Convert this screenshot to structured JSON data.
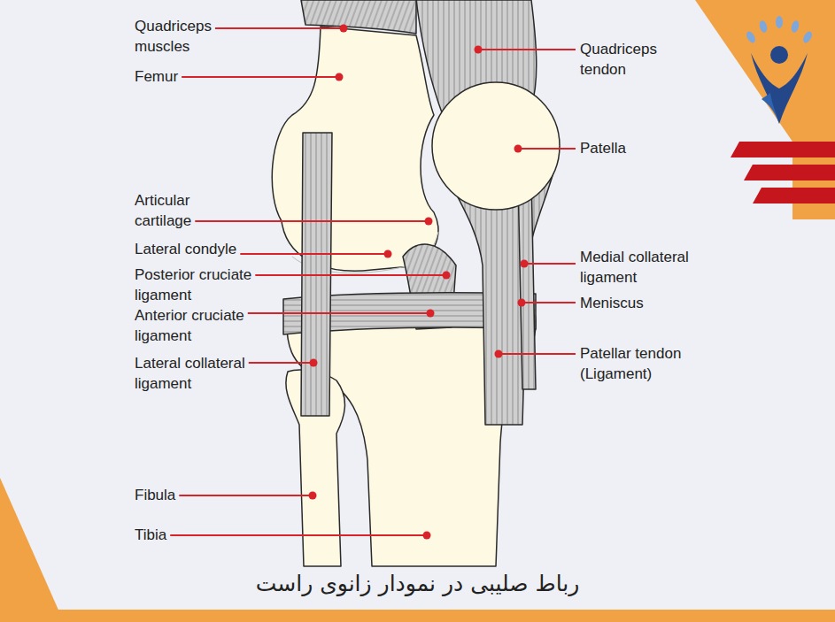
{
  "diagram": {
    "caption": "رباط صلیبی در نمودار زانوی راست",
    "labels": [
      "Quadriceps muscles",
      "Femur",
      "Articular cartilage",
      "Lateral condyle",
      "Posterior cruciate ligament",
      "Anterior cruciate ligament",
      "Lateral collateral ligament",
      "Fibula",
      "Tibia",
      "Quadriceps tendon",
      "Patella",
      "Medial collateral ligament",
      "Meniscus",
      "Patellar tendon (Ligament)"
    ]
  }
}
